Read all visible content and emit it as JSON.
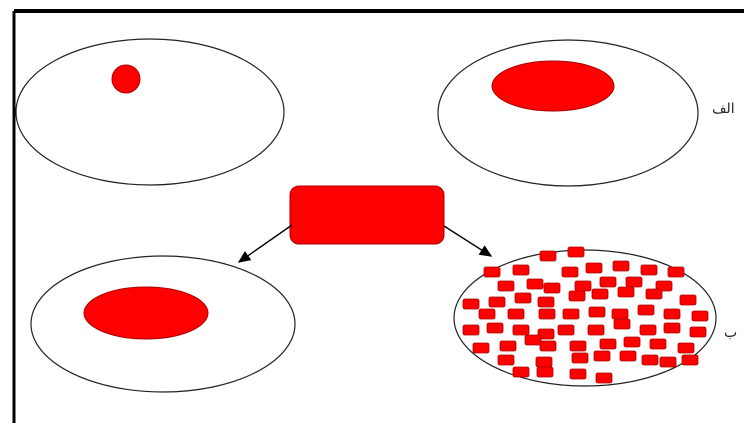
{
  "labels": {
    "alef": "الف",
    "beh": "ب"
  },
  "colors": {
    "fill": "#ff0000",
    "stroke": "#222222",
    "frame": "#000000",
    "background": "#ffffff"
  },
  "diagram": {
    "particles": {
      "count": 64,
      "shape": "rounded-rectangle"
    }
  }
}
